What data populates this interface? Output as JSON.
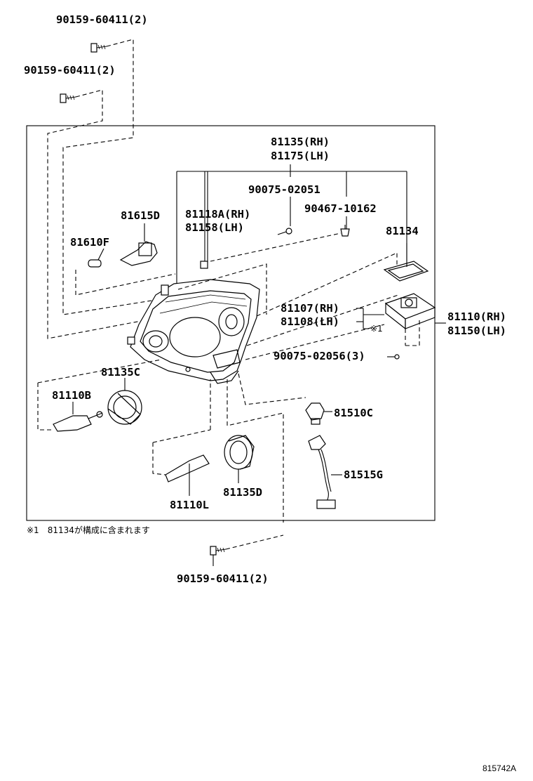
{
  "labels": {
    "bolt_top1": "90159-60411(2)",
    "bolt_top2": "90159-60411(2)",
    "rh_81135": "81135(RH)",
    "lh_81175": "81175(LH)",
    "screw_02051": "90075-02051",
    "clip_10162": "90467-10162",
    "p81134": "81134",
    "p81615d": "81615D",
    "p81610f": "81610F",
    "rh_81118a": "81118A(RH)",
    "lh_81158": "81158(LH)",
    "rh_81107": "81107(RH)",
    "lh_81108": "81108(LH)",
    "note_mark": "※1",
    "rh_81110": "81110(RH)",
    "lh_81150": "81150(LH)",
    "screw_02056": "90075-02056(3)",
    "p81135c": "81135C",
    "p81110b": "81110B",
    "p81510c": "81510C",
    "p81515g": "81515G",
    "p81110l": "81110L",
    "p81135d": "81135D",
    "bolt_bottom": "90159-60411(2)",
    "footnote": "※1　81134が構成に含まれます",
    "diagram_ref": "815742A"
  }
}
